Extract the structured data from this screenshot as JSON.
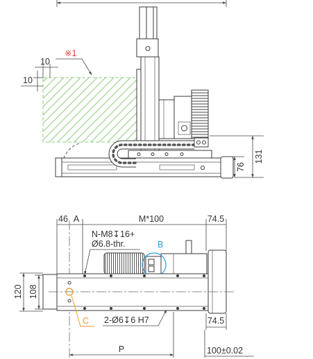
{
  "side_view": {
    "note_label": "※1",
    "dim_offset_x": "10",
    "dim_offset_y": "10",
    "dim_height_total": "131",
    "dim_height_base": "76"
  },
  "top_view": {
    "dim_end": "46",
    "dim_a": "A",
    "dim_stroke": "M*100",
    "dim_motor_top": "74.5",
    "tap_line1": "N-M8↧16+",
    "tap_line2": "Ø6.8-thr.",
    "detail_b": "B",
    "dim_width_outer": "120",
    "dim_width_inner": "108",
    "detail_c": "C",
    "pin_holes": "2-Ø6↧6 H7",
    "dim_motor_bottom": "74.5",
    "dim_pitch": "P",
    "dim_tolerance": "100±0.02"
  },
  "colors": {
    "note": "#e53935",
    "detail_b": "#2b9bd6",
    "detail_c": "#e8962c",
    "hatch": "#8ccf7e"
  }
}
